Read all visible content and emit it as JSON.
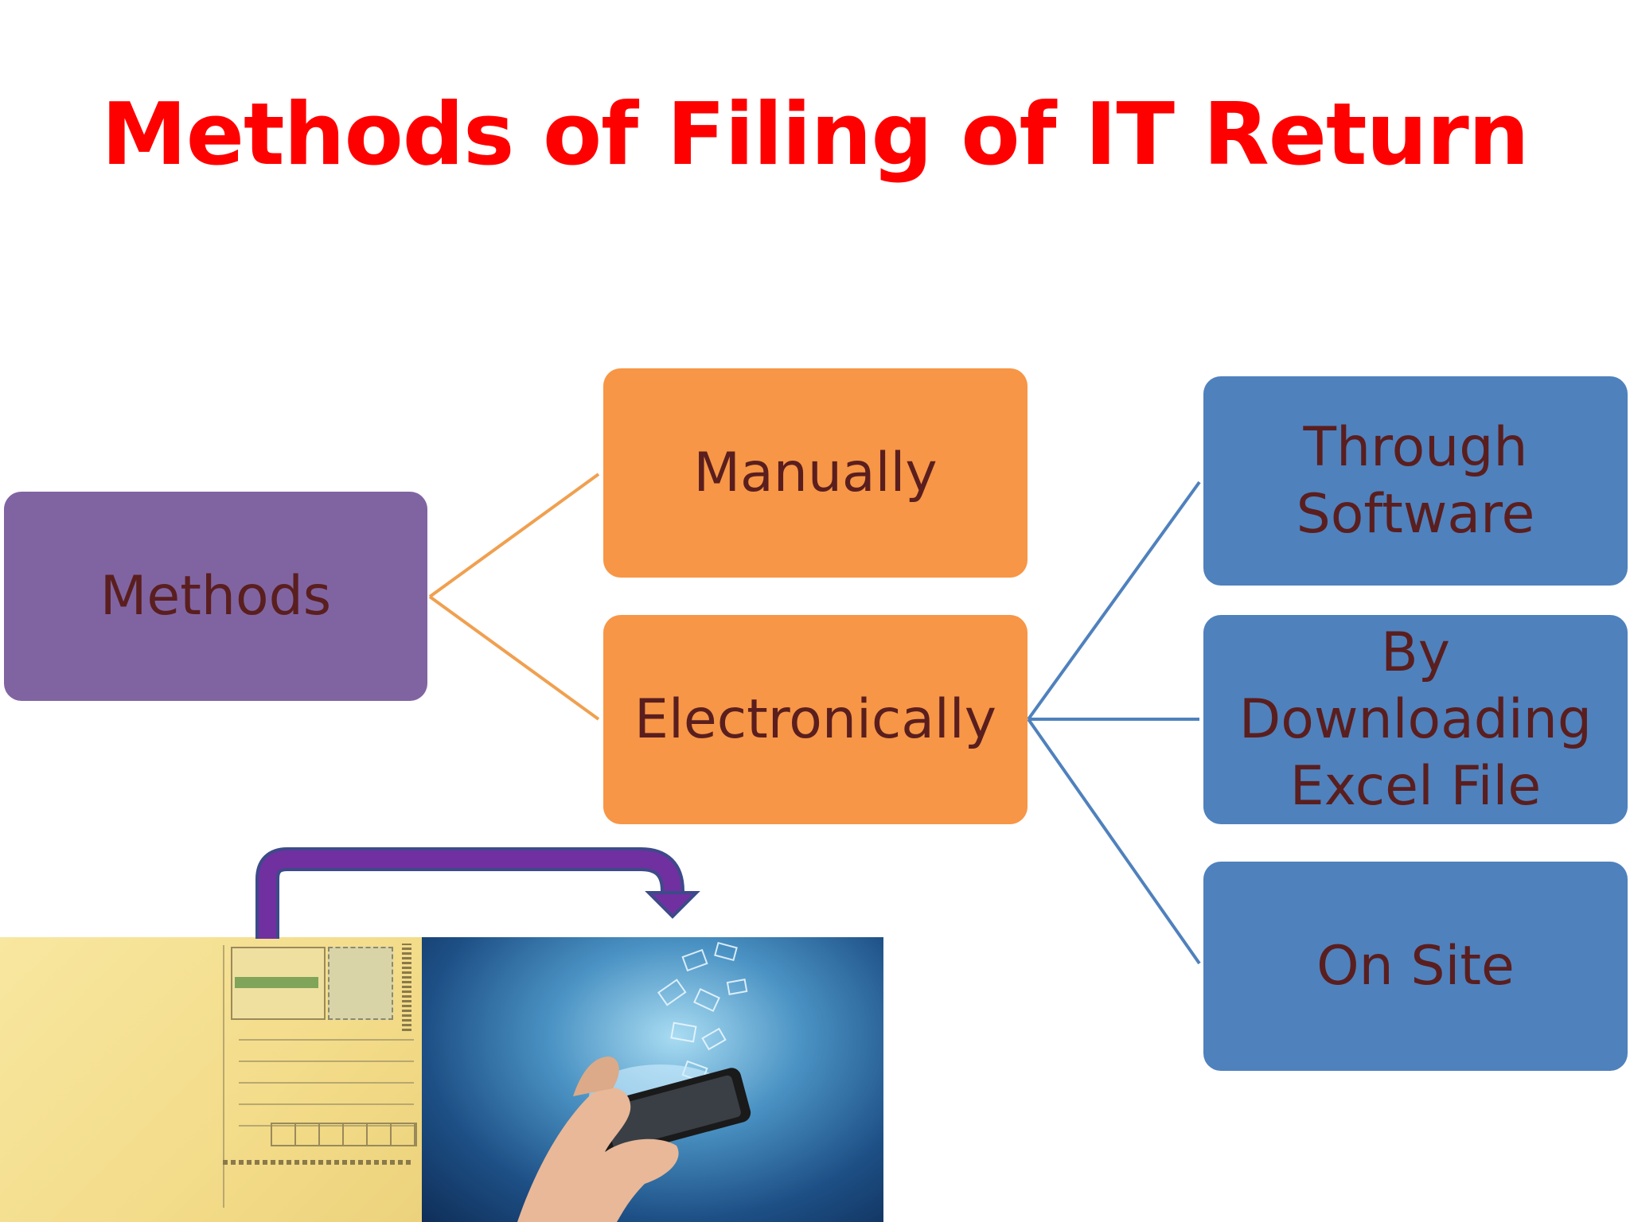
{
  "title": "Methods of Filing of IT Return",
  "nodes": {
    "methods": "Methods",
    "manually": "Manually",
    "electronically": "Electronically",
    "software": [
      "Through",
      "Software"
    ],
    "excel": [
      "By Downloading",
      "Excel File"
    ],
    "onsite": "On Site"
  },
  "colors": {
    "title": "#ff0000",
    "methods_box": "#8064a2",
    "first_level_boxes": "#f79646",
    "second_level_boxes": "#4f81bd",
    "text": "#5a1e1e",
    "arrow": "#7030a0"
  },
  "images": {
    "postcard": "postcard-image",
    "phone": "smartphone-email-image"
  }
}
